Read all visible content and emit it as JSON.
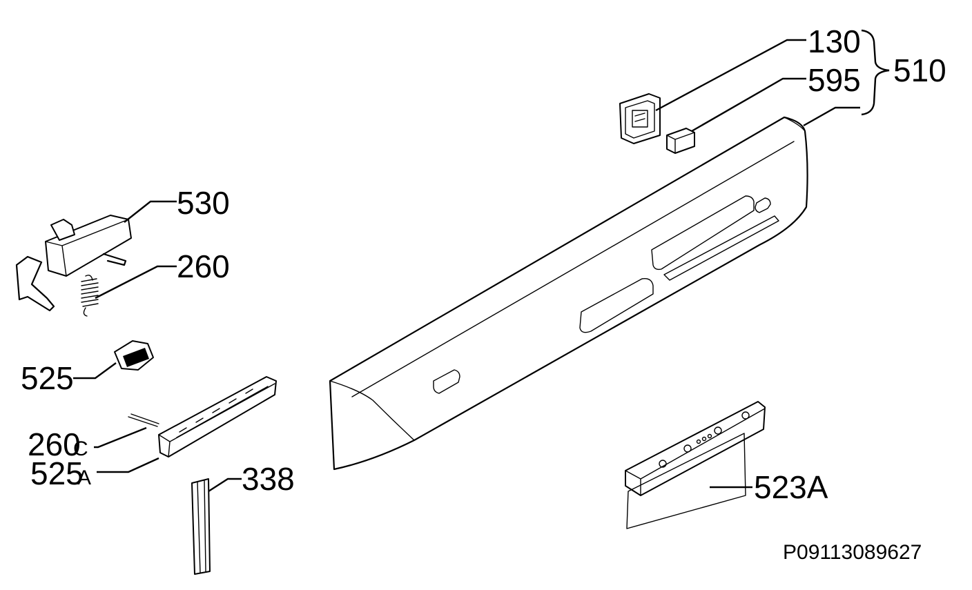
{
  "callouts": {
    "c130": "130",
    "c595": "595",
    "c510": "510",
    "c530": "530",
    "c260": "260",
    "c525": "525",
    "c260c_num": "260",
    "c260c_suffix": "C",
    "c525a_num": "525",
    "c525a_suffix": "A",
    "c338": "338",
    "c523a": "523A"
  },
  "drawing_number": "P09113089627"
}
